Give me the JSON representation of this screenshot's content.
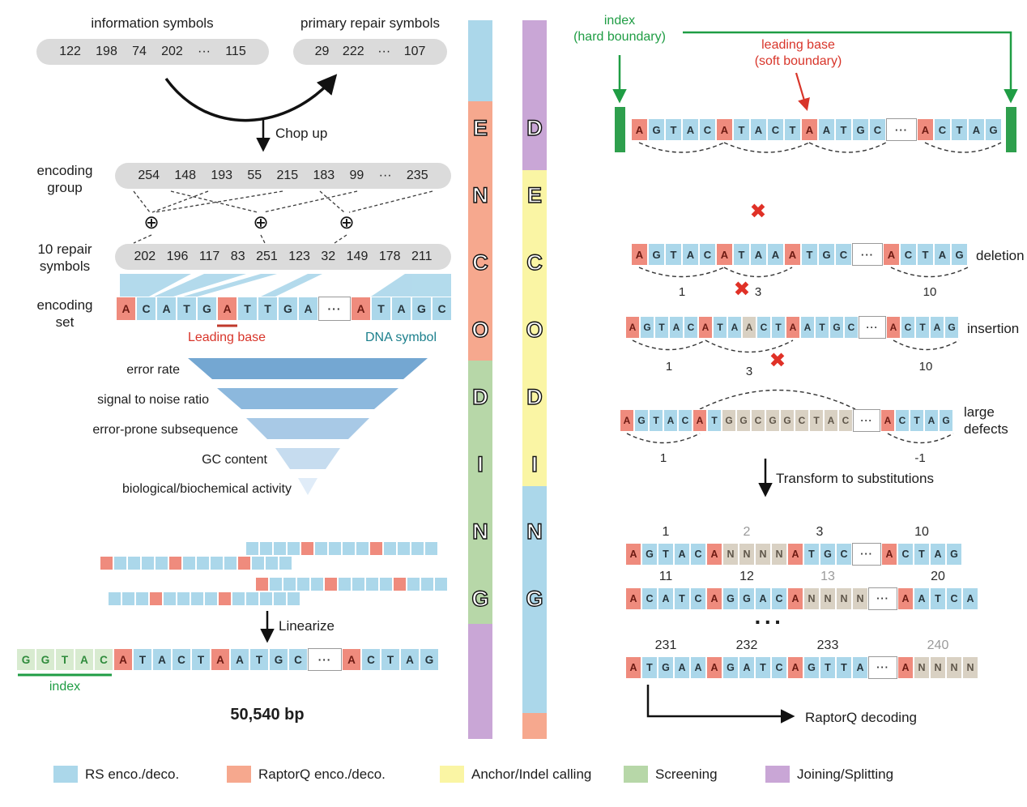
{
  "palette": {
    "rs_blue": "#ABD7EA",
    "raptorq_salmon": "#F6A88E",
    "anchor_yellow": "#FAF5A4",
    "screening_green": "#B7D7A8",
    "joining_purple": "#C9A6D6",
    "dna_cell_blue": "#ABD7EA",
    "leading_base_red": "#EF8B7D",
    "index_cell_green": "#D8EBD0",
    "unknown_cell_tan": "#D9D1C3",
    "hard_boundary_green": "#2E9F4D",
    "accent_red": "#D8352A",
    "accent_green": "#1F9D44",
    "accent_teal": "#1B7F8C"
  },
  "top_left": {
    "info_label": "information symbols",
    "info_values": [
      "122",
      "198",
      "74",
      "202",
      "···",
      "115"
    ],
    "primary_label": "primary repair symbols",
    "primary_values": [
      "29",
      "222",
      "···",
      "107"
    ],
    "chop_label": "Chop up"
  },
  "encoding_group": {
    "label": "encoding\ngroup",
    "values": [
      "254",
      "148",
      "193",
      "55",
      "215",
      "183",
      "99",
      "···",
      "235"
    ],
    "xor_symbol": "⊕"
  },
  "repair_symbols": {
    "label": "10 repair\nsymbols",
    "values": [
      "202",
      "196",
      "117",
      "83",
      "251",
      "123",
      "32",
      "149",
      "178",
      "211"
    ]
  },
  "encoding_set": {
    "label": "encoding\nset",
    "cells": [
      [
        "A",
        "r"
      ],
      [
        "C",
        "b"
      ],
      [
        "A",
        "b"
      ],
      [
        "T",
        "b"
      ],
      [
        "G",
        "b"
      ],
      [
        "A",
        "r"
      ],
      [
        "T",
        "b"
      ],
      [
        "T",
        "b"
      ],
      [
        "G",
        "b"
      ],
      [
        "A",
        "b"
      ],
      [
        "···",
        "w"
      ],
      [
        "A",
        "r"
      ],
      [
        "T",
        "b"
      ],
      [
        "A",
        "b"
      ],
      [
        "G",
        "b"
      ],
      [
        "C",
        "b"
      ]
    ],
    "leading_base_label": "Leading base",
    "dna_symbol_label": "DNA symbol"
  },
  "funnel_labels": [
    "error rate",
    "signal to noise ratio",
    "error-prone subsequence",
    "GC content",
    "biological/biochemical activity"
  ],
  "oligos": {
    "fragments": [
      [
        "b",
        "b",
        "b",
        "b",
        "r",
        "b",
        "b",
        "b",
        "b",
        "r",
        "b",
        "b",
        "b",
        "b"
      ],
      [
        "r",
        "b",
        "b",
        "b",
        "b",
        "r",
        "b",
        "b",
        "b",
        "b",
        "r",
        "b",
        "b",
        "b"
      ],
      [
        "r",
        "b",
        "b",
        "b",
        "b",
        "r",
        "b",
        "b",
        "b",
        "b",
        "r",
        "b",
        "b",
        "b"
      ],
      [
        "b",
        "b",
        "b",
        "r",
        "b",
        "b",
        "b",
        "b",
        "r",
        "b",
        "b",
        "b",
        "b",
        "b"
      ]
    ]
  },
  "linearize_label": "Linearize",
  "linearized": {
    "cells": [
      [
        "G",
        "g"
      ],
      [
        "G",
        "g"
      ],
      [
        "T",
        "g"
      ],
      [
        "A",
        "g"
      ],
      [
        "C",
        "g"
      ],
      [
        "A",
        "r"
      ],
      [
        "T",
        "b"
      ],
      [
        "A",
        "b"
      ],
      [
        "C",
        "b"
      ],
      [
        "T",
        "b"
      ],
      [
        "A",
        "r"
      ],
      [
        "A",
        "b"
      ],
      [
        "T",
        "b"
      ],
      [
        "G",
        "b"
      ],
      [
        "C",
        "b"
      ],
      [
        "···",
        "w"
      ],
      [
        "A",
        "r"
      ],
      [
        "C",
        "b"
      ],
      [
        "T",
        "b"
      ],
      [
        "A",
        "b"
      ],
      [
        "G",
        "b"
      ]
    ],
    "index_label": "index"
  },
  "bp_label": "50,540 bp",
  "bars": {
    "encoding_letters": [
      "E",
      "N",
      "C",
      "O",
      "D",
      "I",
      "N",
      "G"
    ],
    "decoding_letters": [
      "D",
      "E",
      "C",
      "O",
      "D",
      "I",
      "N",
      "G"
    ]
  },
  "right": {
    "hard_boundary_label": "index\n(hard boundary)",
    "soft_boundary_label": "leading base\n(soft boundary)",
    "x_symbol": "✖",
    "top_row": {
      "cells": [
        [
          "A",
          "r"
        ],
        [
          "G",
          "b"
        ],
        [
          "T",
          "b"
        ],
        [
          "A",
          "b"
        ],
        [
          "C",
          "b"
        ],
        [
          "A",
          "r"
        ],
        [
          "T",
          "b"
        ],
        [
          "A",
          "b"
        ],
        [
          "C",
          "b"
        ],
        [
          "T",
          "b"
        ],
        [
          "A",
          "r"
        ],
        [
          "A",
          "b"
        ],
        [
          "T",
          "b"
        ],
        [
          "G",
          "b"
        ],
        [
          "C",
          "b"
        ],
        [
          "···",
          "w"
        ],
        [
          "A",
          "r"
        ],
        [
          "C",
          "b"
        ],
        [
          "T",
          "b"
        ],
        [
          "A",
          "b"
        ],
        [
          "G",
          "b"
        ]
      ]
    },
    "deletion": {
      "label": "deletion",
      "arc_labels": [
        "1",
        "3",
        "10"
      ],
      "cells": [
        [
          "A",
          "r"
        ],
        [
          "G",
          "b"
        ],
        [
          "T",
          "b"
        ],
        [
          "A",
          "b"
        ],
        [
          "C",
          "b"
        ],
        [
          "A",
          "r"
        ],
        [
          "T",
          "b"
        ],
        [
          "A",
          "b"
        ],
        [
          "A",
          "b"
        ],
        [
          "A",
          "r"
        ],
        [
          "T",
          "b"
        ],
        [
          "G",
          "b"
        ],
        [
          "C",
          "b"
        ],
        [
          "···",
          "w"
        ],
        [
          "A",
          "r"
        ],
        [
          "C",
          "b"
        ],
        [
          "T",
          "b"
        ],
        [
          "A",
          "b"
        ],
        [
          "G",
          "b"
        ]
      ]
    },
    "insertion": {
      "label": "insertion",
      "arc_labels": [
        "1",
        "3",
        "10"
      ],
      "cells": [
        [
          "A",
          "r"
        ],
        [
          "G",
          "b"
        ],
        [
          "T",
          "b"
        ],
        [
          "A",
          "b"
        ],
        [
          "C",
          "b"
        ],
        [
          "A",
          "r"
        ],
        [
          "T",
          "b"
        ],
        [
          "A",
          "b"
        ],
        [
          "A",
          "n"
        ],
        [
          "C",
          "b"
        ],
        [
          "T",
          "b"
        ],
        [
          "A",
          "r"
        ],
        [
          "A",
          "b"
        ],
        [
          "T",
          "b"
        ],
        [
          "G",
          "b"
        ],
        [
          "C",
          "b"
        ],
        [
          "···",
          "w"
        ],
        [
          "A",
          "r"
        ],
        [
          "C",
          "b"
        ],
        [
          "T",
          "b"
        ],
        [
          "A",
          "b"
        ],
        [
          "G",
          "b"
        ]
      ]
    },
    "large_defects": {
      "label": "large\ndefects",
      "arc_labels": [
        "1",
        "-1"
      ],
      "cells": [
        [
          "A",
          "r"
        ],
        [
          "G",
          "b"
        ],
        [
          "T",
          "b"
        ],
        [
          "A",
          "b"
        ],
        [
          "C",
          "b"
        ],
        [
          "A",
          "r"
        ],
        [
          "T",
          "b"
        ],
        [
          "G",
          "n"
        ],
        [
          "G",
          "n"
        ],
        [
          "C",
          "n"
        ],
        [
          "G",
          "n"
        ],
        [
          "G",
          "n"
        ],
        [
          "C",
          "n"
        ],
        [
          "T",
          "n"
        ],
        [
          "A",
          "n"
        ],
        [
          "C",
          "n"
        ],
        [
          "···",
          "w"
        ],
        [
          "A",
          "r"
        ],
        [
          "C",
          "b"
        ],
        [
          "T",
          "b"
        ],
        [
          "A",
          "b"
        ],
        [
          "G",
          "b"
        ]
      ]
    },
    "transform_label": "Transform to substitutions",
    "sub_rows": [
      {
        "numbers": [
          {
            "v": "1",
            "dim": false
          },
          {
            "v": "2",
            "dim": true
          },
          {
            "v": "3",
            "dim": false
          },
          {
            "v": "10",
            "dim": false
          }
        ],
        "cells": [
          [
            "A",
            "r"
          ],
          [
            "G",
            "b"
          ],
          [
            "T",
            "b"
          ],
          [
            "A",
            "b"
          ],
          [
            "C",
            "b"
          ],
          [
            "A",
            "r"
          ],
          [
            "N",
            "n"
          ],
          [
            "N",
            "n"
          ],
          [
            "N",
            "n"
          ],
          [
            "N",
            "n"
          ],
          [
            "A",
            "r"
          ],
          [
            "T",
            "b"
          ],
          [
            "G",
            "b"
          ],
          [
            "C",
            "b"
          ],
          [
            "···",
            "w"
          ],
          [
            "A",
            "r"
          ],
          [
            "C",
            "b"
          ],
          [
            "T",
            "b"
          ],
          [
            "A",
            "b"
          ],
          [
            "G",
            "b"
          ]
        ]
      },
      {
        "numbers": [
          {
            "v": "11",
            "dim": false
          },
          {
            "v": "12",
            "dim": false
          },
          {
            "v": "13",
            "dim": true
          },
          {
            "v": "20",
            "dim": false
          }
        ],
        "cells": [
          [
            "A",
            "r"
          ],
          [
            "C",
            "b"
          ],
          [
            "A",
            "b"
          ],
          [
            "T",
            "b"
          ],
          [
            "C",
            "b"
          ],
          [
            "A",
            "r"
          ],
          [
            "G",
            "b"
          ],
          [
            "G",
            "b"
          ],
          [
            "A",
            "b"
          ],
          [
            "C",
            "b"
          ],
          [
            "A",
            "r"
          ],
          [
            "N",
            "n"
          ],
          [
            "N",
            "n"
          ],
          [
            "N",
            "n"
          ],
          [
            "N",
            "n"
          ],
          [
            "···",
            "w"
          ],
          [
            "A",
            "r"
          ],
          [
            "A",
            "b"
          ],
          [
            "T",
            "b"
          ],
          [
            "C",
            "b"
          ],
          [
            "A",
            "b"
          ]
        ]
      },
      {
        "numbers": [
          {
            "v": "231",
            "dim": false
          },
          {
            "v": "232",
            "dim": false
          },
          {
            "v": "233",
            "dim": false
          },
          {
            "v": "240",
            "dim": true
          }
        ],
        "cells": [
          [
            "A",
            "r"
          ],
          [
            "T",
            "b"
          ],
          [
            "G",
            "b"
          ],
          [
            "A",
            "b"
          ],
          [
            "A",
            "b"
          ],
          [
            "A",
            "r"
          ],
          [
            "G",
            "b"
          ],
          [
            "A",
            "b"
          ],
          [
            "T",
            "b"
          ],
          [
            "C",
            "b"
          ],
          [
            "A",
            "r"
          ],
          [
            "G",
            "b"
          ],
          [
            "T",
            "b"
          ],
          [
            "T",
            "b"
          ],
          [
            "A",
            "b"
          ],
          [
            "···",
            "w"
          ],
          [
            "A",
            "r"
          ],
          [
            "N",
            "n"
          ],
          [
            "N",
            "n"
          ],
          [
            "N",
            "n"
          ],
          [
            "N",
            "n"
          ]
        ]
      }
    ],
    "dots": "···",
    "raptorq_label": "RaptorQ decoding"
  },
  "legend": {
    "items": [
      {
        "label": "RS enco./deco.",
        "color": "#ABD7EA"
      },
      {
        "label": "RaptorQ enco./deco.",
        "color": "#F6A88E"
      },
      {
        "label": "Anchor/Indel calling",
        "color": "#FAF5A4"
      },
      {
        "label": "Screening",
        "color": "#B7D7A8"
      },
      {
        "label": "Joining/Splitting",
        "color": "#C9A6D6"
      }
    ]
  }
}
